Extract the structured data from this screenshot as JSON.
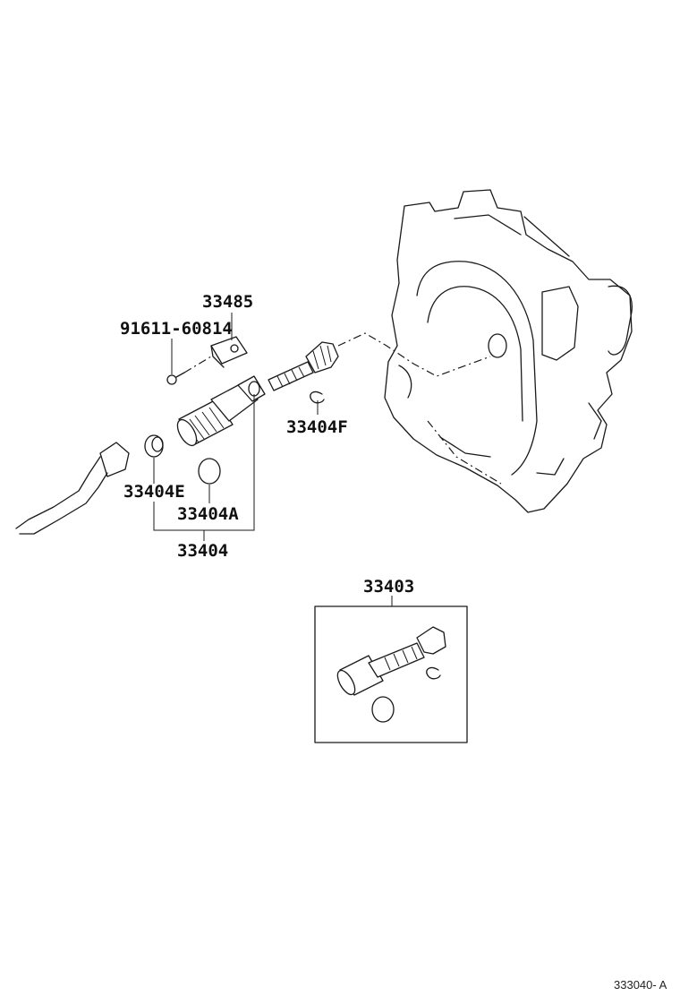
{
  "labels": {
    "p33485": "33485",
    "p91611": "91611-60814",
    "p33404F": "33404F",
    "p33404E": "33404E",
    "p33404A": "33404A",
    "p33404": "33404",
    "p33403": "33403"
  },
  "diagram_code": "333040- A"
}
